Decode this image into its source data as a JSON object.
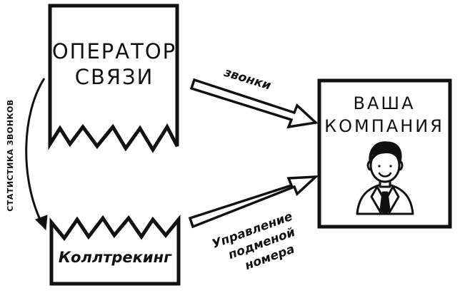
{
  "diagram": {
    "operator_box": {
      "line1": "ОПЕРАТОР",
      "line2": "СВЯЗИ"
    },
    "calltracking_box": {
      "label": "Коллтрекинг"
    },
    "company_box": {
      "line1": "ВАША",
      "line2": "КОМПАНИЯ"
    },
    "side_arrow_label": "СТАТИСТИКА ЗВОНКОВ",
    "top_arrow_label": "звонки",
    "bottom_arrow_label": {
      "line1": "Управление",
      "line2": "подменой",
      "line3": "номера"
    },
    "colors": {
      "ink": "#111111",
      "paper": "#ffffff",
      "skin": "#ffffff"
    },
    "icons": [
      "businessman-icon"
    ]
  }
}
